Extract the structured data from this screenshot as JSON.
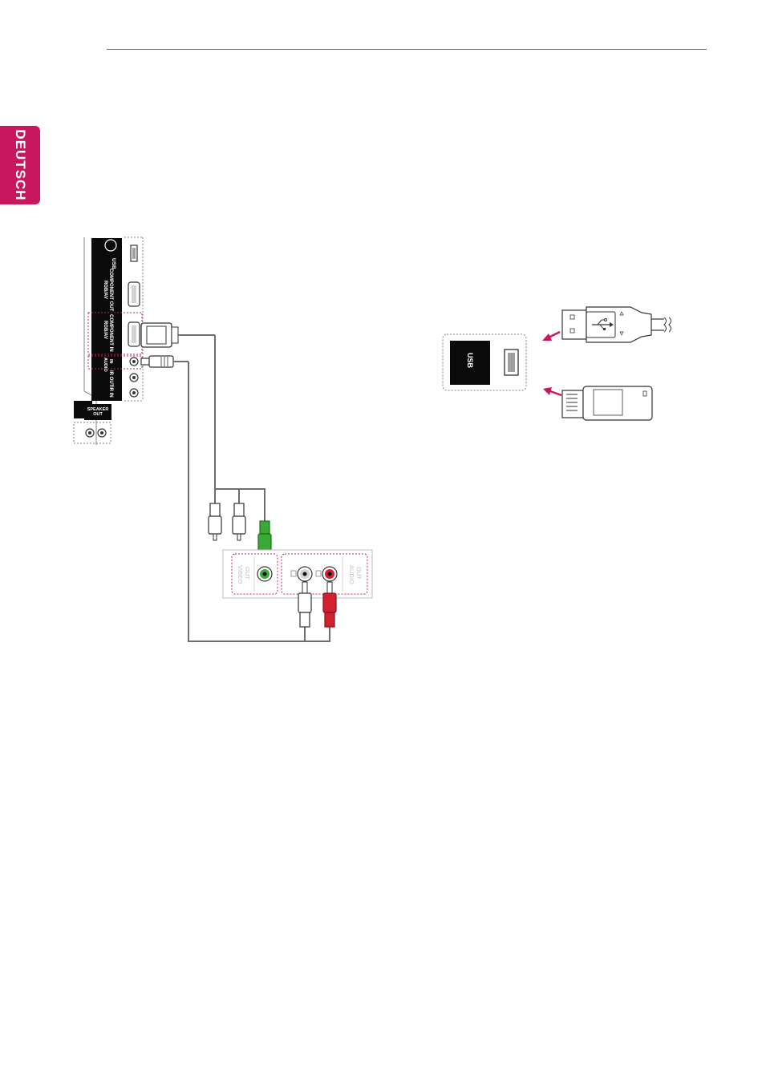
{
  "sidebar": {
    "language_tab": "DEUTSCH"
  },
  "diagram_left": {
    "port_labels": {
      "usb": "USB",
      "rgb_out_1": "RGB/AV",
      "rgb_out_2": "COMPONENT OUT",
      "rgb_in_1": "RGB/AV",
      "rgb_in_2": "COMPONENT IN",
      "audio_in_1": "AUDIO",
      "audio_in_2": "IN",
      "ir_out": "IR OUT",
      "ir_in": "IR IN",
      "speaker_out_1": "SPEAKER",
      "speaker_out_2": "OUT",
      "video_out_1": "VIDEO",
      "video_out_2": "OUT",
      "audio_out_1": "AUDIO",
      "audio_out_2": "OUT"
    }
  },
  "diagram_right": {
    "usb_label": "USB"
  },
  "colors": {
    "accent": "#c8175e",
    "rule": "#b0357a",
    "cable": "#6d6e71",
    "green_plug": "#3aa935",
    "red_plug": "#d2202f"
  }
}
